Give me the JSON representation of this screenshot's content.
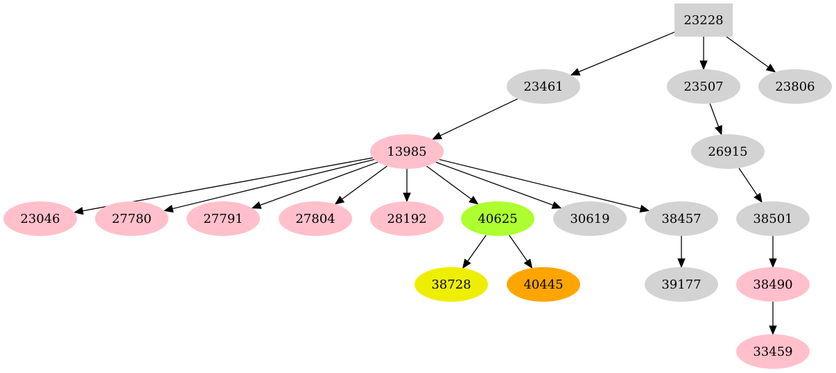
{
  "colors": {
    "gray": "#d3d3d3",
    "pink": "#ffc0cb",
    "green": "#adff2f",
    "yellow": "#eeee00",
    "orange": "#ffa500",
    "edge": "#000000"
  },
  "nodes": [
    {
      "id": "23228",
      "label": "23228",
      "shape": "box",
      "color": "gray"
    },
    {
      "id": "23461",
      "label": "23461",
      "shape": "ellipse",
      "color": "gray"
    },
    {
      "id": "23507",
      "label": "23507",
      "shape": "ellipse",
      "color": "gray"
    },
    {
      "id": "23806",
      "label": "23806",
      "shape": "ellipse",
      "color": "gray"
    },
    {
      "id": "13985",
      "label": "13985",
      "shape": "ellipse",
      "color": "pink"
    },
    {
      "id": "26915",
      "label": "26915",
      "shape": "ellipse",
      "color": "gray"
    },
    {
      "id": "23046",
      "label": "23046",
      "shape": "ellipse",
      "color": "pink"
    },
    {
      "id": "27780",
      "label": "27780",
      "shape": "ellipse",
      "color": "pink"
    },
    {
      "id": "27791",
      "label": "27791",
      "shape": "ellipse",
      "color": "pink"
    },
    {
      "id": "27804",
      "label": "27804",
      "shape": "ellipse",
      "color": "pink"
    },
    {
      "id": "28192",
      "label": "28192",
      "shape": "ellipse",
      "color": "pink"
    },
    {
      "id": "40625",
      "label": "40625",
      "shape": "ellipse",
      "color": "green"
    },
    {
      "id": "30619",
      "label": "30619",
      "shape": "ellipse",
      "color": "gray"
    },
    {
      "id": "38457",
      "label": "38457",
      "shape": "ellipse",
      "color": "gray"
    },
    {
      "id": "38501",
      "label": "38501",
      "shape": "ellipse",
      "color": "gray"
    },
    {
      "id": "38728",
      "label": "38728",
      "shape": "ellipse",
      "color": "yellow"
    },
    {
      "id": "40445",
      "label": "40445",
      "shape": "ellipse",
      "color": "orange"
    },
    {
      "id": "39177",
      "label": "39177",
      "shape": "ellipse",
      "color": "gray"
    },
    {
      "id": "38490",
      "label": "38490",
      "shape": "ellipse",
      "color": "pink"
    },
    {
      "id": "33459",
      "label": "33459",
      "shape": "ellipse",
      "color": "pink"
    }
  ],
  "edges": [
    {
      "from": "23228",
      "to": "23461"
    },
    {
      "from": "23228",
      "to": "23507"
    },
    {
      "from": "23228",
      "to": "23806"
    },
    {
      "from": "23461",
      "to": "13985"
    },
    {
      "from": "23507",
      "to": "26915"
    },
    {
      "from": "13985",
      "to": "23046"
    },
    {
      "from": "13985",
      "to": "27780"
    },
    {
      "from": "13985",
      "to": "27791"
    },
    {
      "from": "13985",
      "to": "27804"
    },
    {
      "from": "13985",
      "to": "28192"
    },
    {
      "from": "13985",
      "to": "40625"
    },
    {
      "from": "13985",
      "to": "30619"
    },
    {
      "from": "13985",
      "to": "38457"
    },
    {
      "from": "26915",
      "to": "38501"
    },
    {
      "from": "40625",
      "to": "38728"
    },
    {
      "from": "40625",
      "to": "40445"
    },
    {
      "from": "38457",
      "to": "39177"
    },
    {
      "from": "38501",
      "to": "38490"
    },
    {
      "from": "38490",
      "to": "33459"
    }
  ]
}
